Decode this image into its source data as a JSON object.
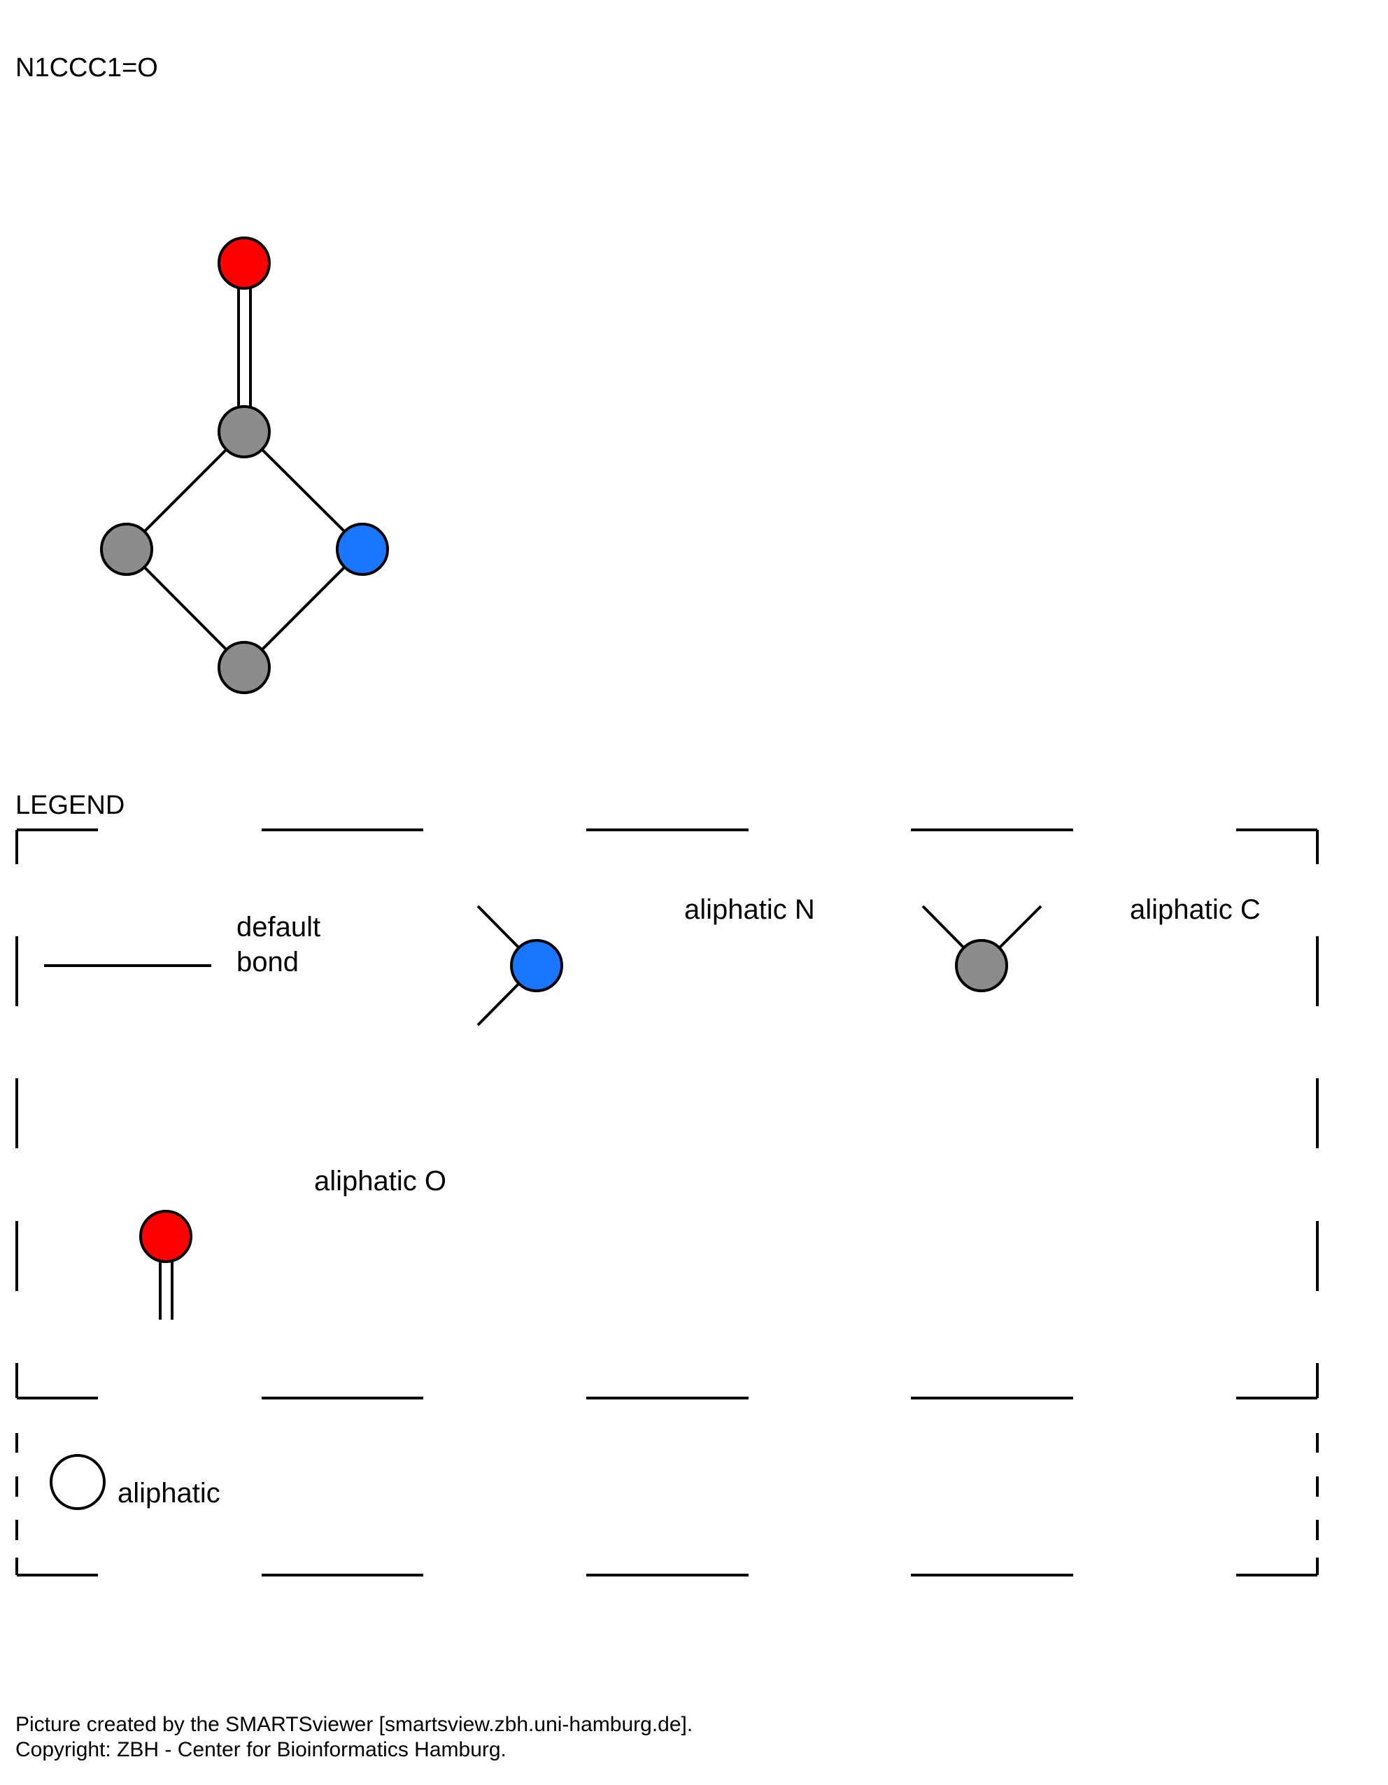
{
  "smiles": "N1CCC1=O",
  "colors": {
    "nitrogen": "#1a75ff",
    "oxygen": "#ff0000",
    "carbon": "#8c8c8c",
    "aliphatic_generic": "#ffffff"
  },
  "molecule": {
    "atoms": [
      {
        "id": "O",
        "element": "O",
        "icon": "oxygen-atom"
      },
      {
        "id": "C1",
        "element": "C",
        "icon": "carbon-atom"
      },
      {
        "id": "C2",
        "element": "C",
        "icon": "carbon-atom"
      },
      {
        "id": "N",
        "element": "N",
        "icon": "nitrogen-atom"
      },
      {
        "id": "C3",
        "element": "C",
        "icon": "carbon-atom"
      }
    ],
    "bonds": [
      {
        "from": "C1",
        "to": "O",
        "order": 2
      },
      {
        "from": "C1",
        "to": "C2",
        "order": 1
      },
      {
        "from": "C1",
        "to": "N",
        "order": 1
      },
      {
        "from": "C2",
        "to": "C3",
        "order": 1
      },
      {
        "from": "N",
        "to": "C3",
        "order": 1
      }
    ]
  },
  "legend": {
    "title": "LEGEND",
    "items": {
      "default_bond_line1": "default",
      "default_bond_line2": "bond",
      "aliphatic_n": "aliphatic N",
      "aliphatic_c": "aliphatic C",
      "aliphatic_o": "aliphatic O",
      "aliphatic": "aliphatic"
    }
  },
  "footer": {
    "line1": "Picture created by the SMARTSviewer [smartsview.zbh.uni-hamburg.de].",
    "line2": "Copyright: ZBH - Center for Bioinformatics Hamburg."
  }
}
